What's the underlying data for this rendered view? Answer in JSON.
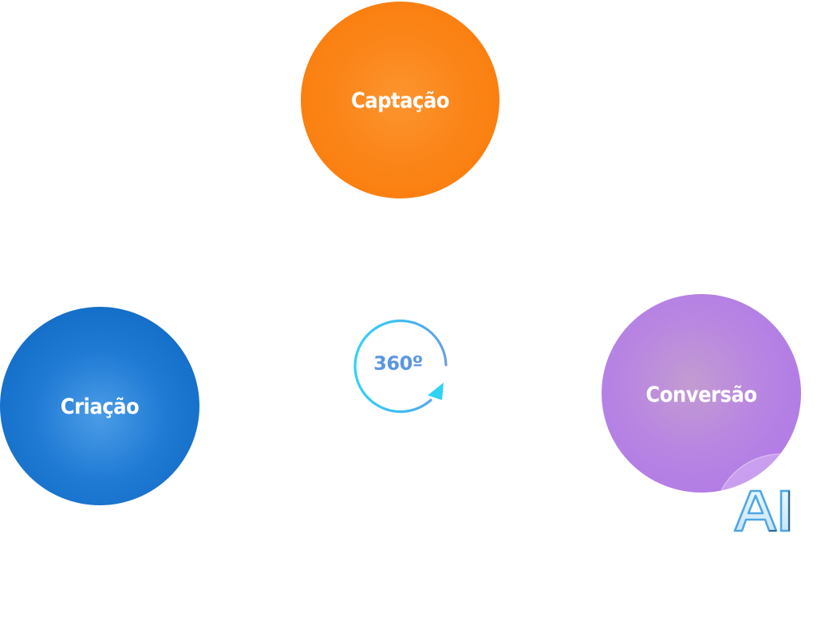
{
  "diagram": {
    "center": {
      "label": "360º",
      "icon": "circular-arrow-icon"
    },
    "nodes": [
      {
        "id": "captacao",
        "label": "Captação",
        "color": "#fb7f0f"
      },
      {
        "id": "criacao",
        "label": "Criação",
        "color": "#1473d0"
      },
      {
        "id": "conversao",
        "label": "Conversão",
        "color": "#b57de6"
      }
    ],
    "badge": {
      "text": "AI",
      "icon": "ai-logo-icon",
      "color": "#5aa8e8"
    }
  }
}
